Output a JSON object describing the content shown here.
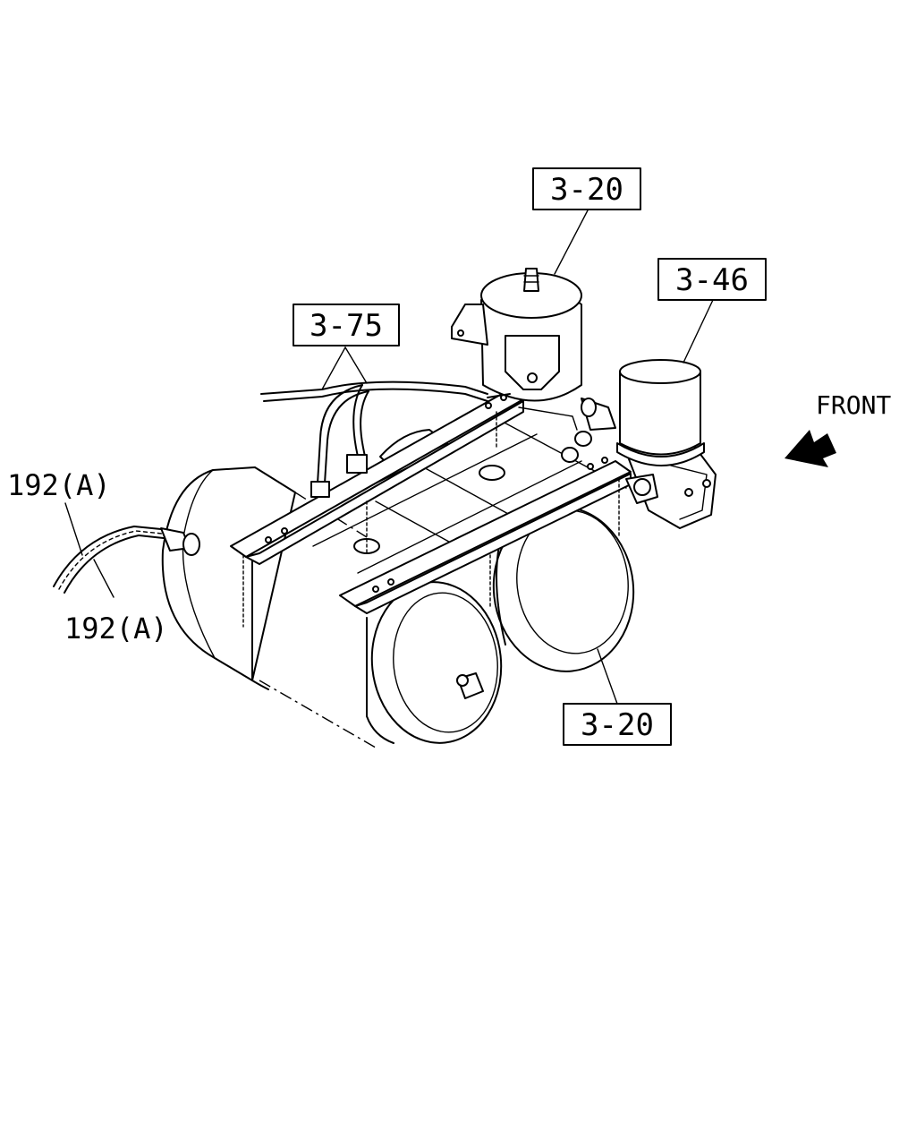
{
  "callouts": {
    "reservoir_top": "3-20",
    "air_dryer": "3-46",
    "pipes": "3-75",
    "reservoir_front": "3-20",
    "hose_upper": "192(A)",
    "hose_lower": "192(A)"
  },
  "direction_label": "FRONT"
}
